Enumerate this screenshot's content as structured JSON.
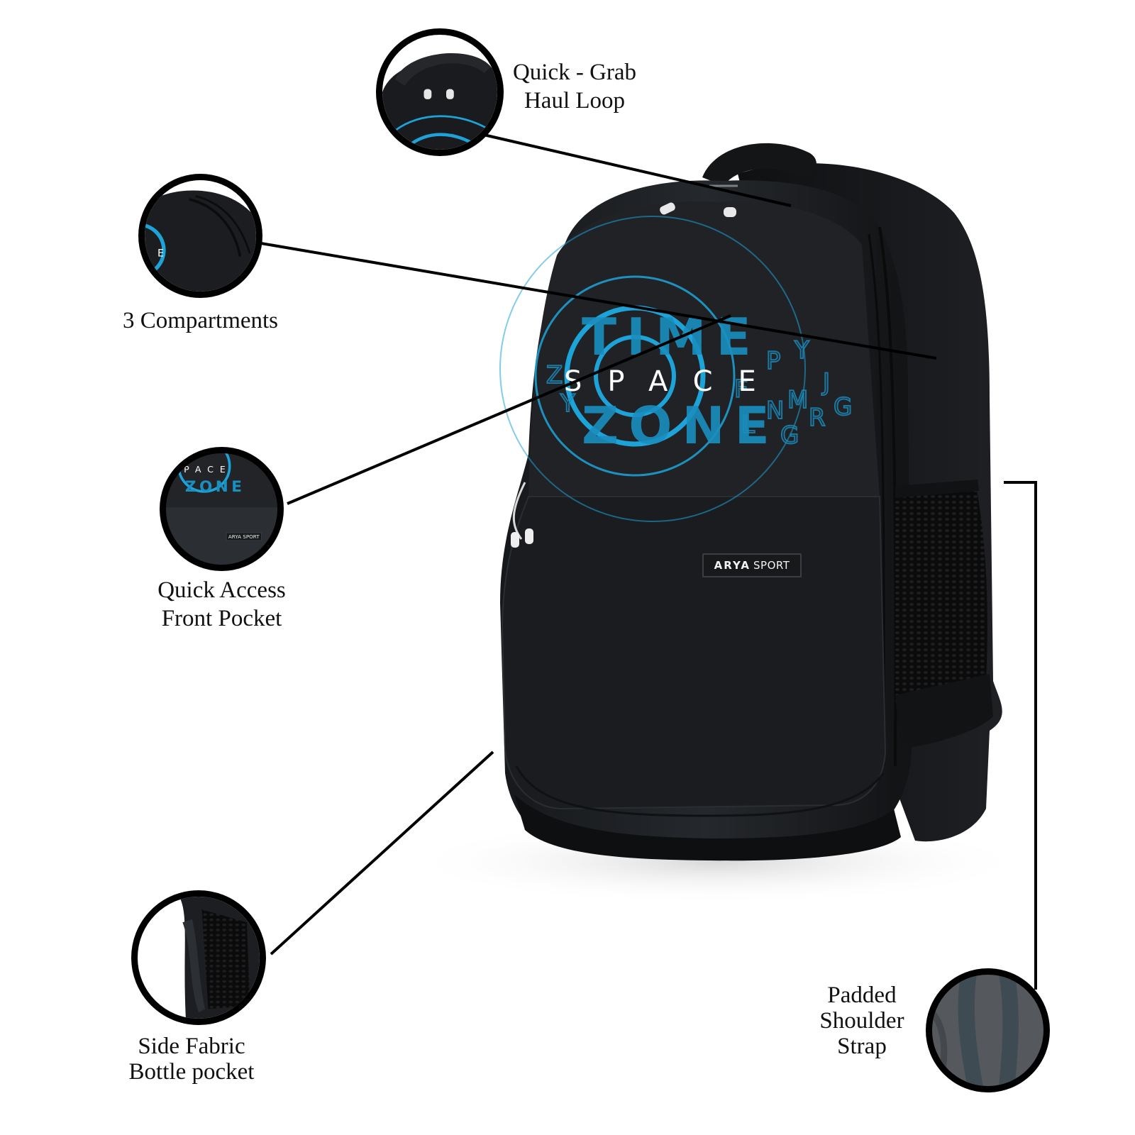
{
  "product": {
    "brand_label_primary": "ARYA",
    "brand_label_secondary": "SPORT",
    "print_word": "SPACE",
    "print_words_vertical": [
      "TIME",
      "ZONE"
    ],
    "colors": {
      "bag_body": "#1b1d20",
      "bag_front_panel": "#222428",
      "print_accent": "#1ea3d8",
      "callout_ring": "#000000",
      "label_text": "#111111",
      "background": "#ffffff"
    }
  },
  "callouts": [
    {
      "id": "haul-loop",
      "label_line1": "Quick - Grab",
      "label_line2": "Haul Loop"
    },
    {
      "id": "compartments",
      "label_line1": "3 Compartments"
    },
    {
      "id": "front-pocket",
      "label_line1": "Quick Access",
      "label_line2": "Front Pocket"
    },
    {
      "id": "bottle-pocket",
      "label_line1": "Side Fabric",
      "label_line2": "Bottle pocket"
    },
    {
      "id": "shoulder-strap",
      "label_line1": "Padded",
      "label_line2": "Shoulder",
      "label_line3": "Strap"
    }
  ]
}
